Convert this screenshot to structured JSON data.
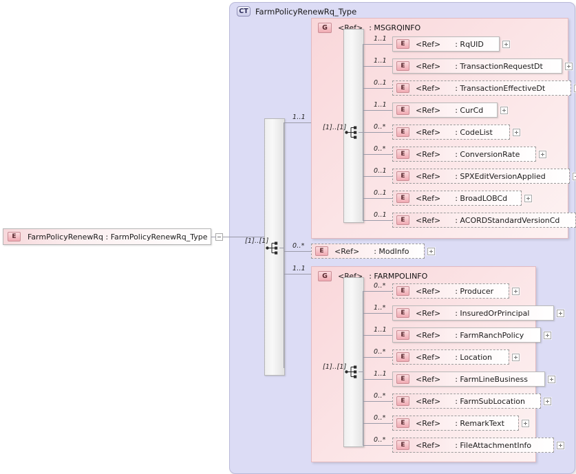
{
  "diagram": {
    "type": "xsd-schema-diagram",
    "root_element": {
      "badge": "E",
      "label": "FarmPolicyRenewRq  :  FarmPolicyRenewRq_Type",
      "name": "FarmPolicyRenewRq",
      "type": "FarmPolicyRenewRq_Type",
      "expander": "minus",
      "expander_icon": "collapse-icon"
    },
    "complex_type": {
      "badge": "CT",
      "title": "FarmPolicyRenewRq_Type",
      "sequence_cardinality": "[1]..[1]",
      "sequence_icon": "sequence-icon"
    },
    "children": [
      {
        "kind": "group",
        "badge": "G",
        "ref": "<Ref>",
        "sep": ":",
        "name": "MSGRQINFO",
        "cardinality": "1..1",
        "inner_sequence_cardinality": "[1]..[1]",
        "items": [
          {
            "badge": "E",
            "ref": "<Ref>",
            "sep": ":",
            "name": "RqUID",
            "cardinality": "1..1",
            "optional": false,
            "expander": "plus"
          },
          {
            "badge": "E",
            "ref": "<Ref>",
            "sep": ":",
            "name": "TransactionRequestDt",
            "cardinality": "1..1",
            "optional": false,
            "expander": "plus"
          },
          {
            "badge": "E",
            "ref": "<Ref>",
            "sep": ":",
            "name": "TransactionEffectiveDt",
            "cardinality": "0..1",
            "optional": true,
            "expander": "plus"
          },
          {
            "badge": "E",
            "ref": "<Ref>",
            "sep": ":",
            "name": "CurCd",
            "cardinality": "1..1",
            "optional": false,
            "expander": "plus"
          },
          {
            "badge": "E",
            "ref": "<Ref>",
            "sep": ":",
            "name": "CodeList",
            "cardinality": "0..*",
            "optional": true,
            "expander": "plus"
          },
          {
            "badge": "E",
            "ref": "<Ref>",
            "sep": ":",
            "name": "ConversionRate",
            "cardinality": "0..*",
            "optional": true,
            "expander": "plus"
          },
          {
            "badge": "E",
            "ref": "<Ref>",
            "sep": ":",
            "name": "SPXEditVersionApplied",
            "cardinality": "0..1",
            "optional": true,
            "expander": "plus"
          },
          {
            "badge": "E",
            "ref": "<Ref>",
            "sep": ":",
            "name": "BroadLOBCd",
            "cardinality": "0..1",
            "optional": true,
            "expander": "plus"
          },
          {
            "badge": "E",
            "ref": "<Ref>",
            "sep": ":",
            "name": "ACORDStandardVersionCd",
            "cardinality": "0..1",
            "optional": true,
            "expander": "plus"
          }
        ]
      },
      {
        "kind": "element",
        "badge": "E",
        "ref": "<Ref>",
        "sep": ":",
        "name": "ModInfo",
        "cardinality": "0..*",
        "optional": true,
        "expander": "plus"
      },
      {
        "kind": "group",
        "badge": "G",
        "ref": "<Ref>",
        "sep": ":",
        "name": "FARMPOLINFO",
        "cardinality": "1..1",
        "inner_sequence_cardinality": "[1]..[1]",
        "items": [
          {
            "badge": "E",
            "ref": "<Ref>",
            "sep": ":",
            "name": "Producer",
            "cardinality": "0..*",
            "optional": true,
            "expander": "plus"
          },
          {
            "badge": "E",
            "ref": "<Ref>",
            "sep": ":",
            "name": "InsuredOrPrincipal",
            "cardinality": "1..*",
            "optional": false,
            "expander": "plus"
          },
          {
            "badge": "E",
            "ref": "<Ref>",
            "sep": ":",
            "name": "FarmRanchPolicy",
            "cardinality": "1..1",
            "optional": false,
            "expander": "plus"
          },
          {
            "badge": "E",
            "ref": "<Ref>",
            "sep": ":",
            "name": "Location",
            "cardinality": "0..*",
            "optional": true,
            "expander": "plus"
          },
          {
            "badge": "E",
            "ref": "<Ref>",
            "sep": ":",
            "name": "FarmLineBusiness",
            "cardinality": "1..1",
            "optional": false,
            "expander": "plus"
          },
          {
            "badge": "E",
            "ref": "<Ref>",
            "sep": ":",
            "name": "FarmSubLocation",
            "cardinality": "0..*",
            "optional": true,
            "expander": "plus"
          },
          {
            "badge": "E",
            "ref": "<Ref>",
            "sep": ":",
            "name": "RemarkText",
            "cardinality": "0..*",
            "optional": true,
            "expander": "plus"
          },
          {
            "badge": "E",
            "ref": "<Ref>",
            "sep": ":",
            "name": "FileAttachmentInfo",
            "cardinality": "0..*",
            "optional": true,
            "expander": "plus"
          }
        ]
      }
    ],
    "colors": {
      "complextype_fill": "#dcdcf5",
      "group_fill": "#f9d7da",
      "element_fill": "#f9dcdf",
      "badge_border": "#c98c94",
      "connector": "#9a9aa8"
    }
  }
}
